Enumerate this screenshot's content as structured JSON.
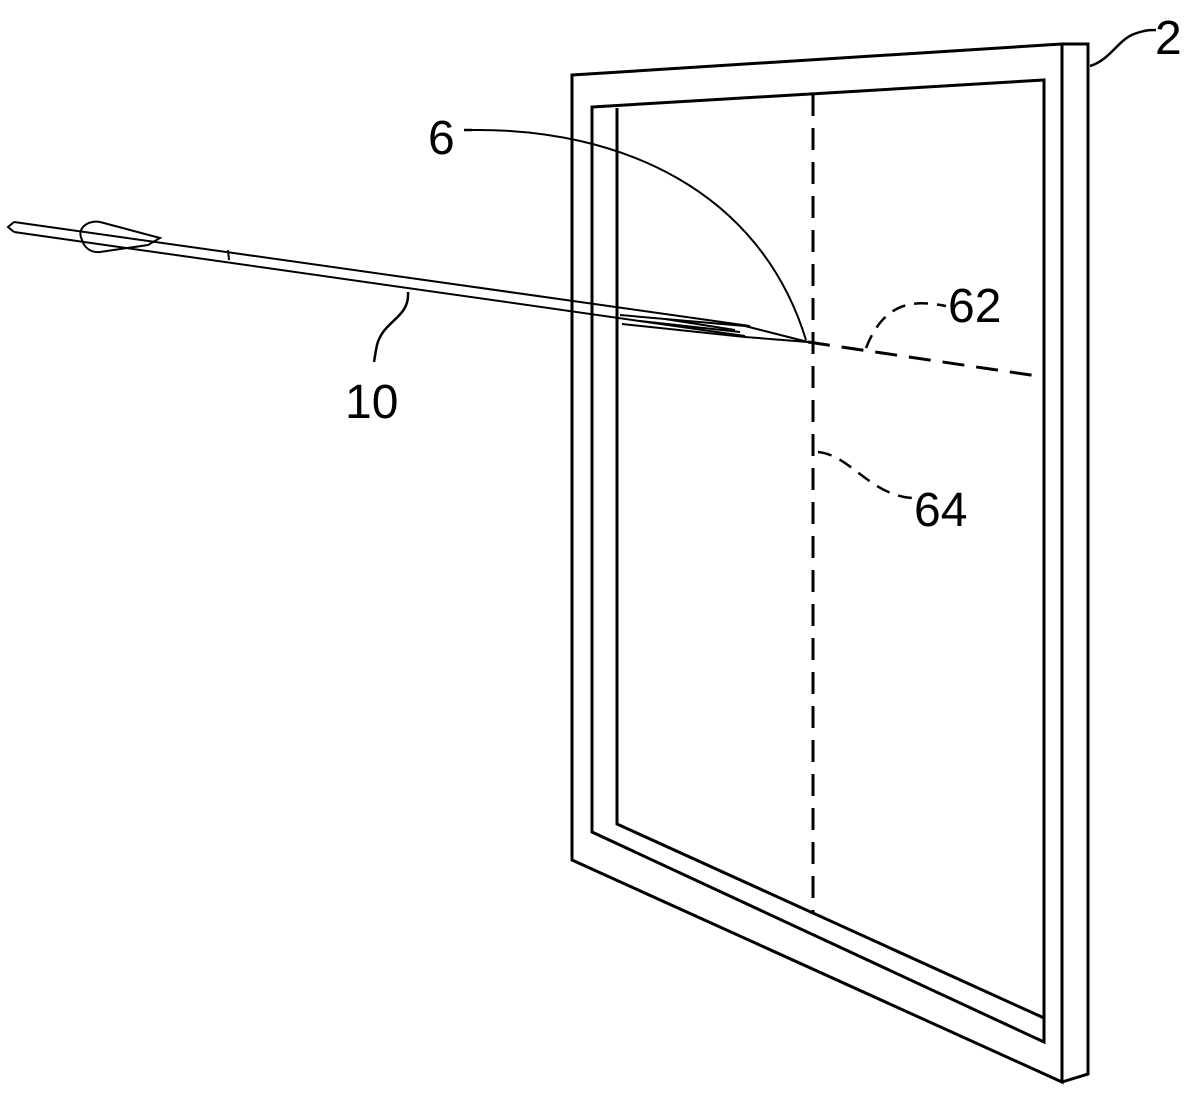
{
  "labels": {
    "frame": "2",
    "curve": "6",
    "horizontal_line": "62",
    "vertical_line": "64",
    "arrow": "10"
  }
}
